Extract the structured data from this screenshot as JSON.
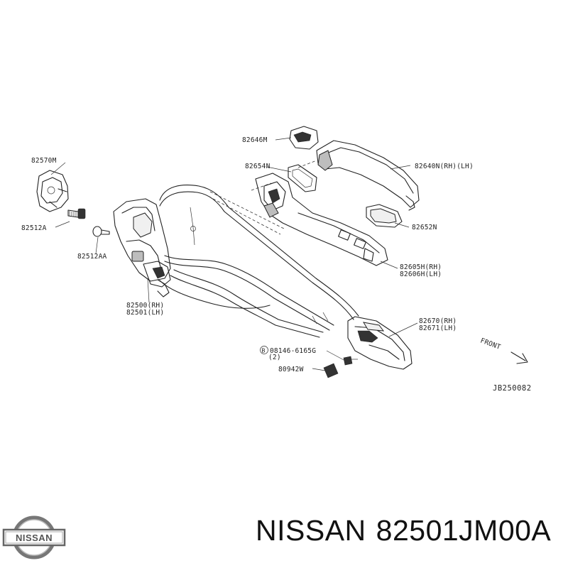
{
  "labels": {
    "p82646M": "82646M",
    "p82654N": "82654N",
    "p82640N": "82640N(RH)(LH)",
    "p82570M": "82570M",
    "p82512A": "82512A",
    "p82512AA": "82512AA",
    "p82652N": "82652N",
    "p82605H": "82605H(RH)",
    "p82606H": "82606H(LH)",
    "p82500": "82500(RH)",
    "p82501": "82501(LH)",
    "p82670": "82670(RH)",
    "p82671": "82671(LH)",
    "p08146": "08146-6165G",
    "p08146qty": "(2)",
    "p08146mark": "B",
    "p80942W": "80942W",
    "front": "FRONT",
    "diagram_code": "JB250082"
  },
  "footer": {
    "brand": "NISSAN",
    "part_number": "82501JM00A"
  },
  "logo": {
    "text": "NISSAN",
    "icon": "nissan-logo-icon",
    "color": "#555555"
  }
}
